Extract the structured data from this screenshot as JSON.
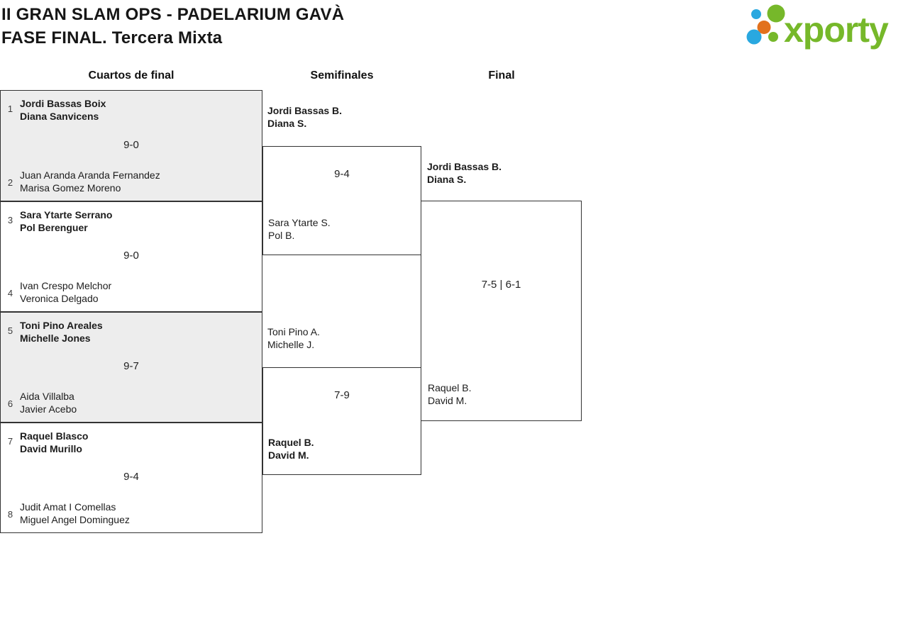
{
  "header": {
    "title_line1": "II GRAN SLAM OPS - PADELARIUM GAVÀ",
    "title_line2": "FASE FINAL. Tercera Mixta",
    "logo": {
      "text": "xporty",
      "green": "#76b82a",
      "blue": "#29a8e0",
      "orange": "#e2711d"
    }
  },
  "colors": {
    "box_border": "#333333",
    "shaded_box_background": "#ededed",
    "text": "#1c1c1c"
  },
  "bracket": {
    "rounds": [
      {
        "label": "Cuartos de final"
      },
      {
        "label": "Semifinales"
      },
      {
        "label": "Final"
      }
    ],
    "quarterfinals": [
      {
        "top": {
          "seed": "1",
          "names": [
            "Jordi Bassas Boix",
            "Diana Sanvicens"
          ],
          "winner": true
        },
        "score": "9-0",
        "bottom": {
          "seed": "2",
          "names": [
            "Juan Aranda Aranda Fernandez",
            "Marisa Gomez Moreno"
          ],
          "winner": false
        }
      },
      {
        "top": {
          "seed": "3",
          "names": [
            "Sara Ytarte Serrano",
            "Pol Berenguer"
          ],
          "winner": true
        },
        "score": "9-0",
        "bottom": {
          "seed": "4",
          "names": [
            "Ivan Crespo Melchor",
            "Veronica Delgado"
          ],
          "winner": false
        }
      },
      {
        "top": {
          "seed": "5",
          "names": [
            "Toni Pino Areales",
            "Michelle Jones"
          ],
          "winner": true
        },
        "score": "9-7",
        "bottom": {
          "seed": "6",
          "names": [
            "Aida Villalba",
            "Javier Acebo"
          ],
          "winner": false
        }
      },
      {
        "top": {
          "seed": "7",
          "names": [
            "Raquel Blasco",
            "David Murillo"
          ],
          "winner": true
        },
        "score": "9-4",
        "bottom": {
          "seed": "8",
          "names": [
            "Judit Amat I Comellas",
            "Miguel Angel Dominguez"
          ],
          "winner": false
        }
      }
    ],
    "semifinals": [
      {
        "top": {
          "names": [
            "Jordi Bassas B.",
            "Diana S."
          ],
          "winner": true
        },
        "score": "9-4",
        "bottom": {
          "names": [
            "Sara Ytarte S.",
            "Pol B."
          ],
          "winner": false
        }
      },
      {
        "top": {
          "names": [
            "Toni Pino A.",
            "Michelle J."
          ],
          "winner": false
        },
        "score": "7-9",
        "bottom": {
          "names": [
            "Raquel B.",
            "David M."
          ],
          "winner": true
        }
      }
    ],
    "final": {
      "top": {
        "names": [
          "Jordi Bassas B.",
          "Diana S."
        ],
        "winner": true
      },
      "score": "7-5 | 6-1",
      "bottom": {
        "names": [
          "Raquel B.",
          "David M."
        ],
        "winner": false
      }
    }
  }
}
